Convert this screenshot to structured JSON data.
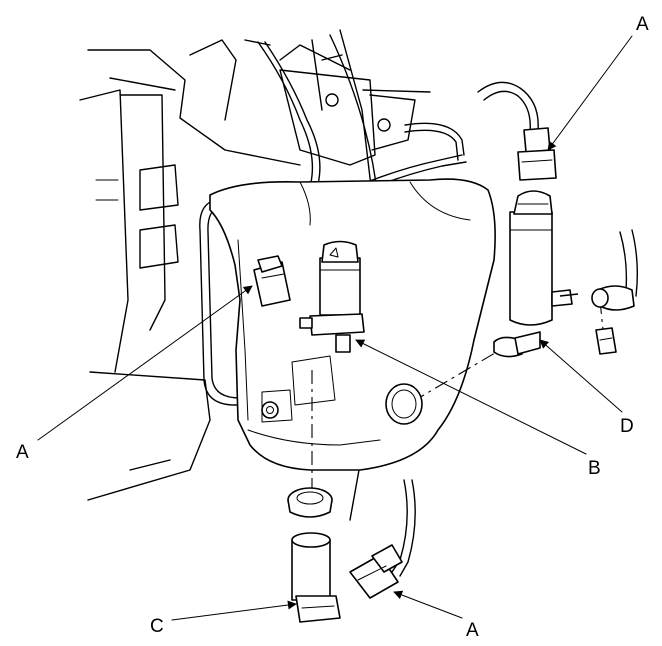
{
  "callouts": {
    "a_top_right": "A",
    "a_left": "A",
    "a_bottom": "A",
    "b": "B",
    "c": "C",
    "d": "D"
  }
}
